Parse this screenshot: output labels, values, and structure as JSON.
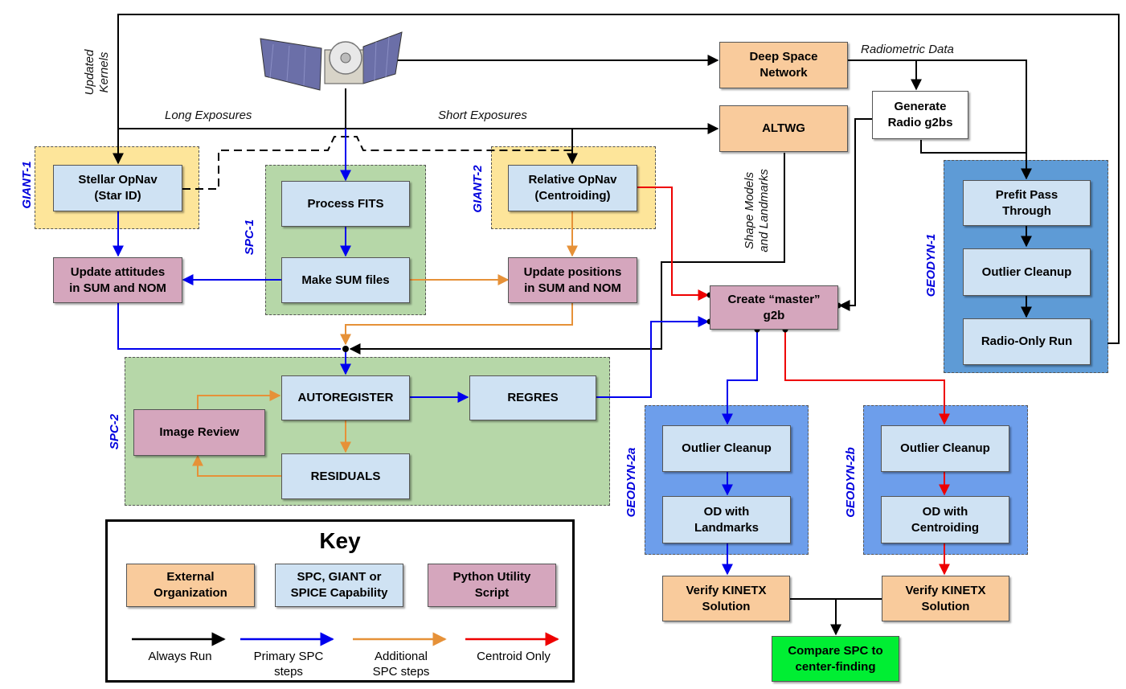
{
  "groups": {
    "giant1": "GIANT-1",
    "spc1": "SPC-1",
    "giant2": "GIANT-2",
    "spc2": "SPC-2",
    "geodyn1": "GEODYN-1",
    "geodyn2a": "GEODYN-2a",
    "geodyn2b": "GEODYN-2b"
  },
  "nodes": {
    "dsn": "Deep Space\nNetwork",
    "altwg": "ALTWG",
    "radio_g2bs": "Generate\nRadio g2bs",
    "stellar": "Stellar OpNav\n(Star ID)",
    "process_fits": "Process FITS",
    "relative": "Relative OpNav\n(Centroiding)",
    "update_att": "Update attitudes\nin SUM and NOM",
    "make_sum": "Make SUM files",
    "update_pos": "Update positions\nin SUM and NOM",
    "create_master": "Create “master”\ng2b",
    "prefit": "Prefit Pass\nThrough",
    "outlier1": "Outlier Cleanup",
    "radio_only": "Radio-Only Run",
    "autoregister": "AUTOREGISTER",
    "regres": "REGRES",
    "image_review": "Image Review",
    "residuals": "RESIDUALS",
    "outlier2a": "Outlier Cleanup",
    "od_landmarks": "OD with\nLandmarks",
    "outlier2b": "Outlier Cleanup",
    "od_centroiding": "OD with\nCentroiding",
    "verify_a": "Verify KINETX\nSolution",
    "verify_b": "Verify KINETX\nSolution",
    "compare": "Compare SPC to\ncenter-finding"
  },
  "edge_labels": {
    "updated_kernels": "Updated\nKernels",
    "long_exposures": "Long Exposures",
    "short_exposures": "Short Exposures",
    "radiometric": "Radiometric Data",
    "shape_models": "Shape Models\nand Landmarks"
  },
  "key": {
    "title": "Key",
    "external": "External\nOrganization",
    "spc": "SPC, GIANT or\nSPICE Capability",
    "python": "Python Utility\nScript",
    "always": "Always Run",
    "primary": "Primary SPC\nsteps",
    "additional": "Additional\nSPC steps",
    "centroid": "Centroid Only"
  },
  "colors": {
    "always_run": "#000000",
    "primary_spc": "#0000ee",
    "additional_spc": "#e69138",
    "centroid_only": "#ee0000",
    "external_fill": "#f9cb9c",
    "spc_fill": "#cfe2f3",
    "python_fill": "#d5a6bd"
  }
}
